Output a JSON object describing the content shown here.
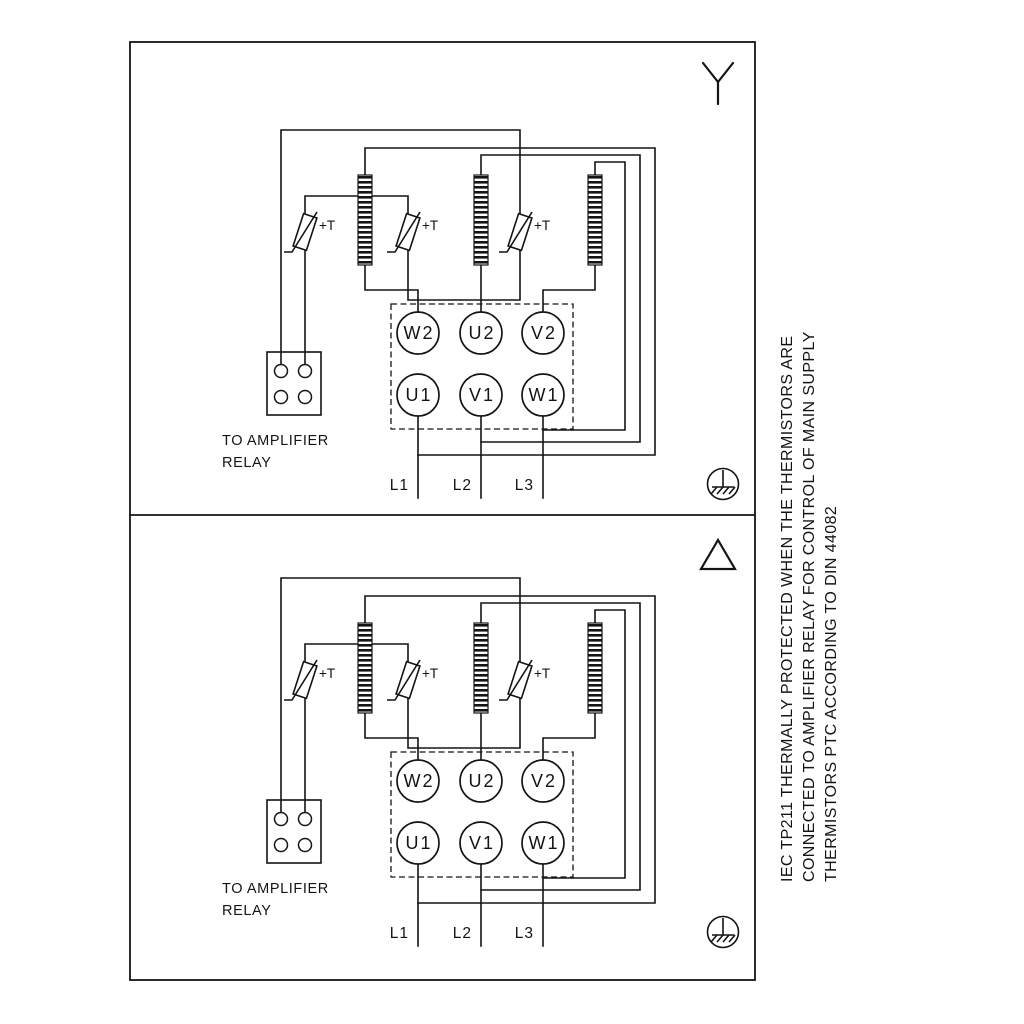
{
  "diagram": {
    "background_color": "#ffffff",
    "line_color": "#141414",
    "panels": [
      {
        "name": "star-connection",
        "symbol": "Y"
      },
      {
        "name": "delta-connection",
        "symbol": "delta"
      }
    ],
    "relay_caption": {
      "line1": "TO AMPLIFIER",
      "line2": "RELAY"
    },
    "thermistor_label": "+T",
    "terminal_labels": {
      "top_row": [
        "W2",
        "U2",
        "V2"
      ],
      "bottom_row": [
        "U1",
        "V1",
        "W1"
      ]
    },
    "supply_labels": [
      "L1",
      "L2",
      "L3"
    ],
    "side_note": {
      "lines": [
        "IEC TP211 THERMALLY PROTECTED WHEN THE THERMISTORS ARE",
        "CONNECTED TO AMPLIFIER RELAY FOR CONTROL OF MAIN SUPPLY",
        "THERMISTORS PTC ACCORDING TO DIN 44082"
      ]
    }
  }
}
